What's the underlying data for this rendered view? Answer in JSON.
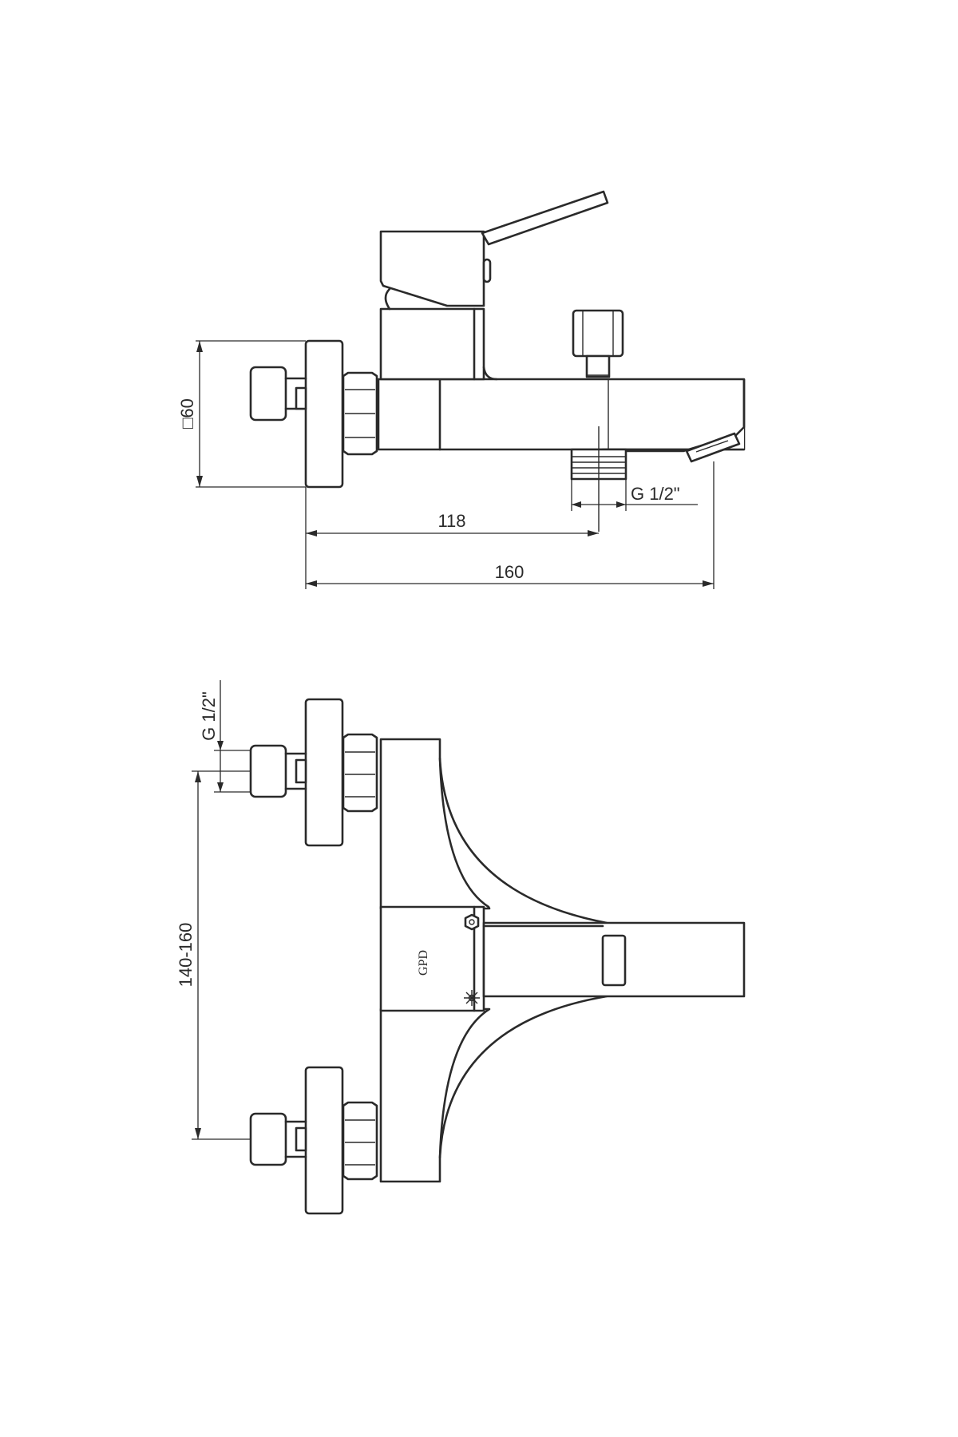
{
  "side_view": {
    "dim_square": "□60",
    "dim_thread": "G 1/2\"",
    "dim_outlet": "118",
    "dim_total": "160"
  },
  "top_view": {
    "dim_thread": "G 1/2\"",
    "dim_spacing": "140-160",
    "logo": "GPD"
  }
}
